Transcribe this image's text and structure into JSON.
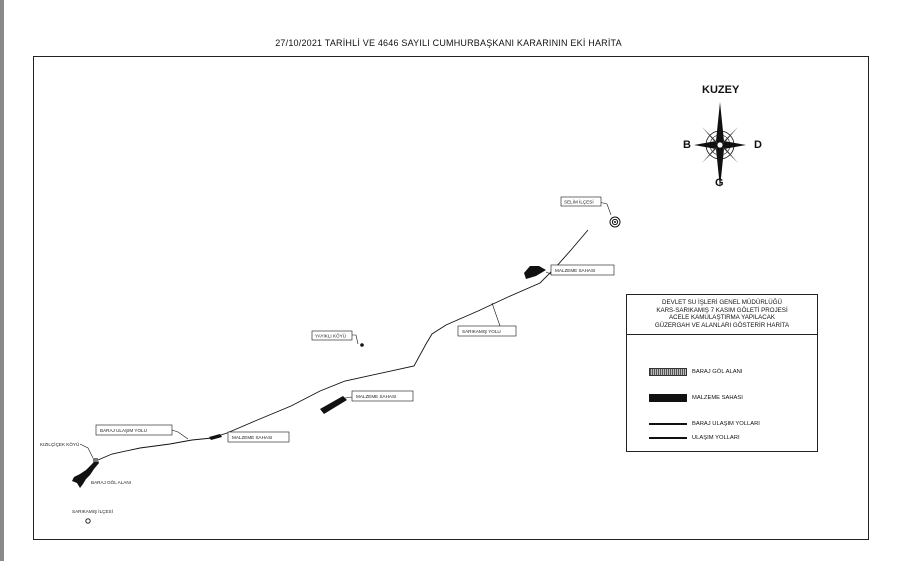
{
  "document_title": "27/10/2021 TARİHLİ VE 4646 SAYILI CUMHURBAŞKANI KARARININ EKİ HARİTA",
  "compass": {
    "north": "KUZEY",
    "west": "B",
    "east": "D",
    "south": "G"
  },
  "legend": {
    "title_lines": [
      "DEVLET SU İŞLERİ GENEL MÜDÜRLÜĞÜ",
      "KARS-SARIKAMIŞ 7 KASIM GÖLETİ PROJESİ",
      "ACELE KAMULAŞTIRMA YAPILACAK",
      "GÜZERGAH VE ALANLARI GÖSTERİR HARİTA"
    ],
    "items": [
      {
        "label": "BARAJ GÖL ALANI",
        "symbol": "dotted-fill"
      },
      {
        "label": "MALZEME SAHASI",
        "symbol": "solid-black"
      },
      {
        "label": "BARAJ ULAŞIM YOLLARI",
        "symbol": "line"
      },
      {
        "label": "ULAŞIM YOLLARI",
        "symbol": "line"
      }
    ]
  },
  "map_labels": {
    "selim": "SELİM İLÇESİ",
    "malzeme_1": "MALZEME SAHASI",
    "sarikamis_yolu": "SARIKAMIŞ YOLU",
    "yayikli": "YAYIKLI KÖYÜ",
    "malzeme_2": "MALZEME SAHASI",
    "baraj_ulasim": "BARAJ ULAŞIM YOLU",
    "malzeme_3": "MALZEME SAHASI",
    "kizilcicek": "KIZILÇİÇEK KÖYÜ",
    "baraj_gol": "BARAJ GÖL ALANI",
    "sarikamis_ilcesi": "SARIKAMIŞ İLÇESİ"
  },
  "colors": {
    "ink": "#111111",
    "frame": "#222222",
    "left_rule": "#8a8a8a"
  }
}
